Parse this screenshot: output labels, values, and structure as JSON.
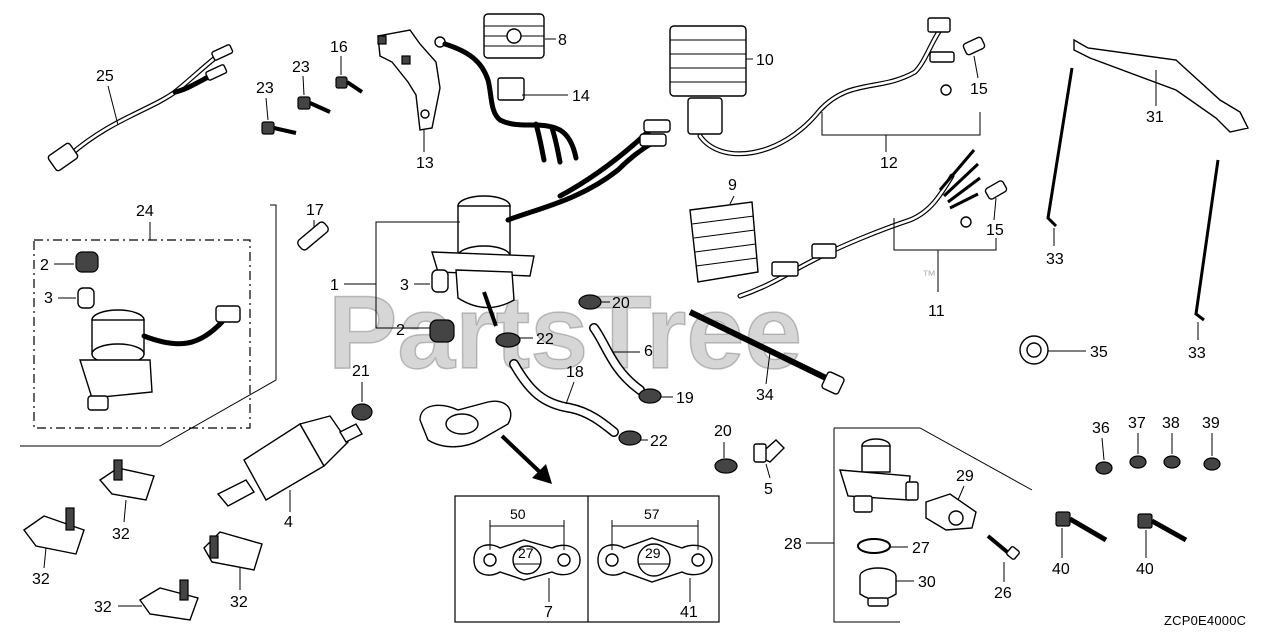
{
  "watermark": "PartsTree",
  "trademark": "™",
  "diagram_code": "ZCP0E4000C",
  "callouts": {
    "c1": "1",
    "c2a": "2",
    "c2b": "2",
    "c3a": "3",
    "c3b": "3",
    "c4": "4",
    "c5": "5",
    "c6": "6",
    "c7": "7",
    "c8": "8",
    "c9": "9",
    "c10": "10",
    "c11": "11",
    "c12": "12",
    "c13": "13",
    "c14": "14",
    "c15a": "15",
    "c15b": "15",
    "c16": "16",
    "c17": "17",
    "c18": "18",
    "c19": "19",
    "c20a": "20",
    "c20b": "20",
    "c21": "21",
    "c22a": "22",
    "c22b": "22",
    "c23a": "23",
    "c23b": "23",
    "c24": "24",
    "c25": "25",
    "c26": "26",
    "c27": "27",
    "c28": "28",
    "c29": "29",
    "c30": "30",
    "c31": "31",
    "c32a": "32",
    "c32b": "32",
    "c32c": "32",
    "c32d": "32",
    "c33a": "33",
    "c33b": "33",
    "c34": "34",
    "c35": "35",
    "c36": "36",
    "c37": "37",
    "c38": "38",
    "c39": "39",
    "c40a": "40",
    "c40b": "40",
    "c41": "41"
  },
  "gasket_detail": {
    "left": {
      "width": "50",
      "bore": "27",
      "part": "7"
    },
    "right": {
      "width": "57",
      "bore": "29",
      "part": "41"
    }
  }
}
